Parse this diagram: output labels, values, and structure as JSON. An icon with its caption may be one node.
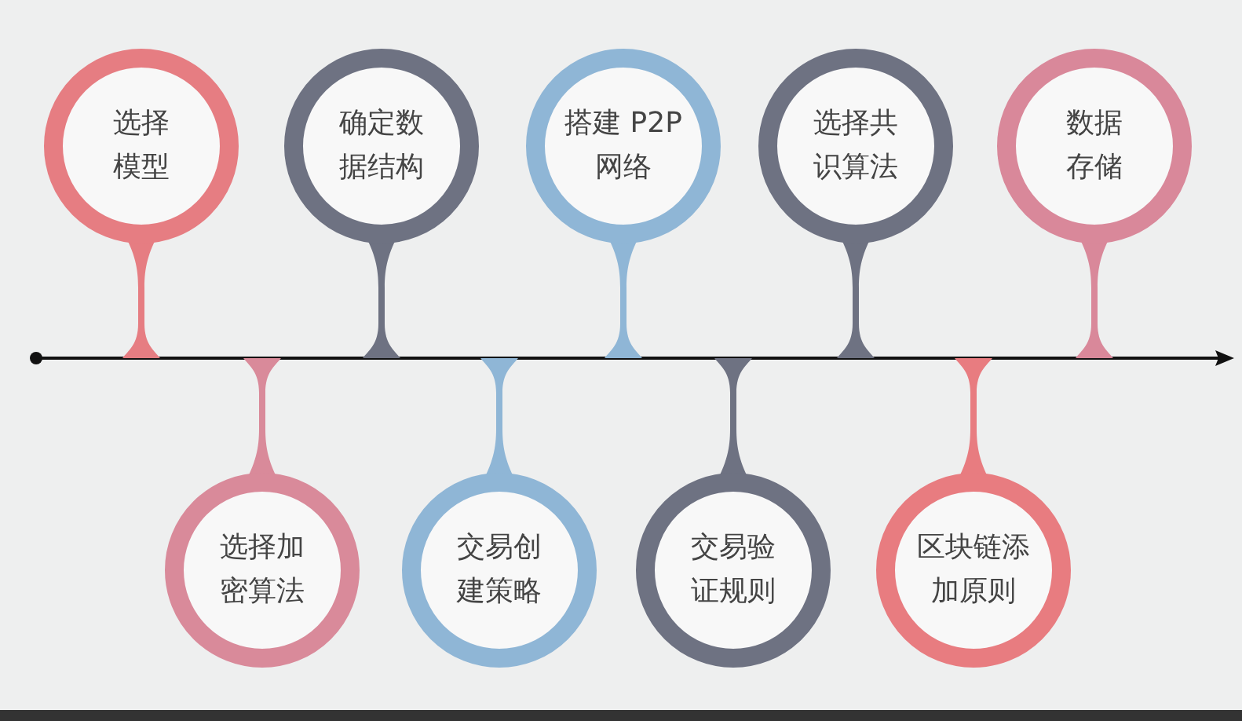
{
  "diagram": {
    "nodes": [
      {
        "text": [
          "选择模型"
        ]
      },
      {
        "text": [
          "选择加密算法"
        ]
      },
      {
        "text": [
          "确定数据结构"
        ]
      },
      {
        "text": [
          "交易创建策略"
        ]
      },
      {
        "text": [
          "搭建 P2P网络"
        ]
      },
      {
        "text": [
          "交易验证规则"
        ]
      },
      {
        "text": [
          "选择共识算法"
        ]
      },
      {
        "text": [
          "区块链添加原则"
        ]
      },
      {
        "text": [
          "数据存储"
        ]
      }
    ]
  }
}
